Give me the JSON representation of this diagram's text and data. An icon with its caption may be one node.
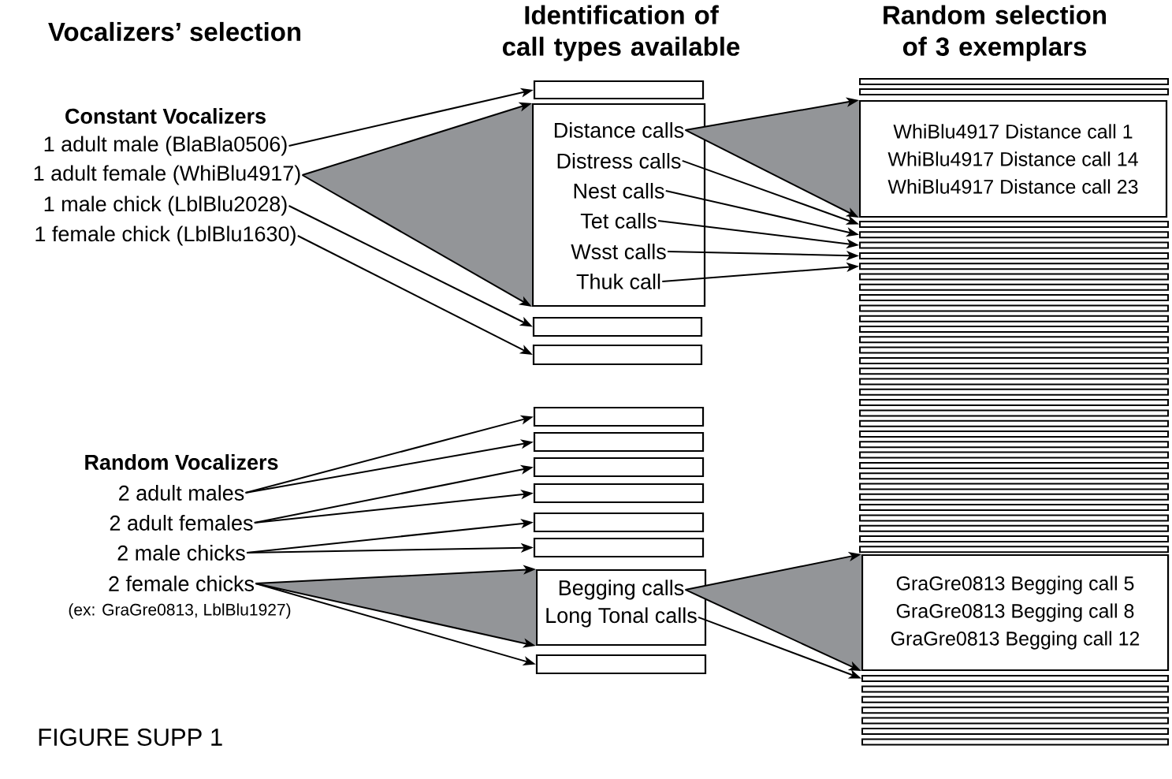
{
  "diagram": {
    "caption": "FIGURE SUPP 1",
    "nodes": [
      {
        "text": [
          "1 adult male (BlaBla0506)"
        ]
      },
      {
        "text": [
          "1 adult female (WhiBlu4917)"
        ]
      },
      {
        "text": [
          "1 male chick (LblBlu2028)"
        ]
      },
      {
        "text": [
          "1 female chick (LblBlu1630)"
        ]
      },
      {
        "text": [
          "2 adult males"
        ]
      },
      {
        "text": [
          "2 adult females"
        ]
      },
      {
        "text": [
          "2 male chicks"
        ]
      },
      {
        "text": [
          "2 female chicks"
        ]
      },
      {
        "text": [],
        "shape": "box"
      },
      {
        "text": [],
        "shape": "box"
      },
      {
        "text": [
          "Distance calls"
        ],
        "in": 9
      },
      {
        "text": [
          "Distress calls"
        ],
        "in": 9
      },
      {
        "text": [
          "Nest calls"
        ],
        "in": 9
      },
      {
        "text": [
          "Tet calls"
        ],
        "in": 9
      },
      {
        "text": [
          "Wsst calls"
        ],
        "in": 9
      },
      {
        "text": [
          "Thuk call"
        ],
        "in": 9
      },
      {
        "text": [],
        "shape": "box"
      },
      {
        "text": [],
        "shape": "box"
      },
      {
        "text": [],
        "shape": "box"
      },
      {
        "text": [],
        "shape": "box"
      },
      {
        "text": [],
        "shape": "box"
      },
      {
        "text": [],
        "shape": "box"
      },
      {
        "text": [],
        "shape": "box"
      },
      {
        "text": [],
        "shape": "box"
      },
      {
        "text": [],
        "shape": "box"
      },
      {
        "text": [
          "Begging calls"
        ],
        "in": 24
      },
      {
        "text": [
          "Long Tonal calls"
        ],
        "in": 24
      },
      {
        "text": [],
        "shape": "box"
      },
      {
        "text": [],
        "shape": "bar"
      },
      {
        "text": [],
        "shape": "bar"
      },
      {
        "text": [
          "WhiBlu4917 Distance call 1",
          "WhiBlu4917 Distance call 14",
          "WhiBlu4917 Distance call 23"
        ]
      },
      {
        "text": [],
        "shape": "bar"
      },
      {
        "text": [],
        "shape": "bar"
      },
      {
        "text": [],
        "shape": "bar"
      },
      {
        "text": [],
        "shape": "bar"
      },
      {
        "text": [],
        "shape": "bar"
      },
      {
        "text": [],
        "shape": "bar"
      },
      {
        "text": [],
        "shape": "bar"
      },
      {
        "text": [],
        "shape": "bar"
      },
      {
        "text": [],
        "shape": "bar"
      },
      {
        "text": [],
        "shape": "bar"
      },
      {
        "text": [],
        "shape": "bar"
      },
      {
        "text": [],
        "shape": "bar"
      },
      {
        "text": [],
        "shape": "bar"
      },
      {
        "text": [],
        "shape": "bar"
      },
      {
        "text": [],
        "shape": "bar"
      },
      {
        "text": [],
        "shape": "bar"
      },
      {
        "text": [],
        "shape": "bar"
      },
      {
        "text": [],
        "shape": "bar"
      },
      {
        "text": [],
        "shape": "bar"
      },
      {
        "text": [],
        "shape": "bar"
      },
      {
        "text": [],
        "shape": "bar"
      },
      {
        "text": [],
        "shape": "bar"
      },
      {
        "text": [],
        "shape": "bar"
      },
      {
        "text": [],
        "shape": "bar"
      },
      {
        "text": [],
        "shape": "bar"
      },
      {
        "text": [],
        "shape": "bar"
      },
      {
        "text": [],
        "shape": "bar"
      },
      {
        "text": [],
        "shape": "bar"
      },
      {
        "text": [],
        "shape": "bar"
      },
      {
        "text": [],
        "shape": "bar"
      },
      {
        "text": [],
        "shape": "bar"
      },
      {
        "text": [],
        "shape": "bar"
      },
      {
        "text": [
          "GraGre0813 Begging call 5",
          "GraGre0813 Begging call 8",
          "GraGre0813 Begging call 12"
        ]
      },
      {
        "text": [],
        "shape": "bar"
      },
      {
        "text": [],
        "shape": "bar"
      },
      {
        "text": [],
        "shape": "bar"
      },
      {
        "text": [],
        "shape": "bar"
      },
      {
        "text": [],
        "shape": "bar"
      },
      {
        "text": [],
        "shape": "bar"
      },
      {
        "text": [],
        "shape": "bar"
      }
    ],
    "edges": [
      {
        "from": 0,
        "to": 8,
        "arrow": "to"
      },
      {
        "from": 1,
        "to": 9,
        "arrow": "to"
      },
      {
        "from": 1,
        "to": 9,
        "arrow": "to"
      },
      {
        "from": 2,
        "to": 16,
        "arrow": "to"
      },
      {
        "from": 3,
        "to": 17,
        "arrow": "to"
      },
      {
        "from": 4,
        "to": 18,
        "arrow": "to"
      },
      {
        "from": 4,
        "to": 19,
        "arrow": "to"
      },
      {
        "from": 5,
        "to": 20,
        "arrow": "to"
      },
      {
        "from": 5,
        "to": 21,
        "arrow": "to"
      },
      {
        "from": 6,
        "to": 22,
        "arrow": "to"
      },
      {
        "from": 6,
        "to": 23,
        "arrow": "to"
      },
      {
        "from": 7,
        "to": 24,
        "arrow": "to"
      },
      {
        "from": 7,
        "to": 24,
        "arrow": "to"
      },
      {
        "from": 7,
        "to": 27,
        "arrow": "to"
      },
      {
        "from": 10,
        "to": 30,
        "arrow": "to"
      },
      {
        "from": 10,
        "to": 30,
        "arrow": "to"
      },
      {
        "from": 11,
        "to": 31,
        "arrow": "to"
      },
      {
        "from": 12,
        "to": 32,
        "arrow": "to"
      },
      {
        "from": 13,
        "to": 33,
        "arrow": "to"
      },
      {
        "from": 14,
        "to": 34,
        "arrow": "to"
      },
      {
        "from": 15,
        "to": 35,
        "arrow": "to"
      },
      {
        "from": 25,
        "to": 63,
        "arrow": "to"
      },
      {
        "from": 25,
        "to": 63,
        "arrow": "to"
      },
      {
        "from": 26,
        "to": 64,
        "arrow": "to"
      }
    ],
    "labels": [
      "Vocalizers’ selection",
      "Identification of call types available",
      "Random selection of 3 exemplars",
      "Constant Vocalizers",
      "Random Vocalizers",
      "(ex: GraGre0813, LblBlu1927)"
    ]
  }
}
